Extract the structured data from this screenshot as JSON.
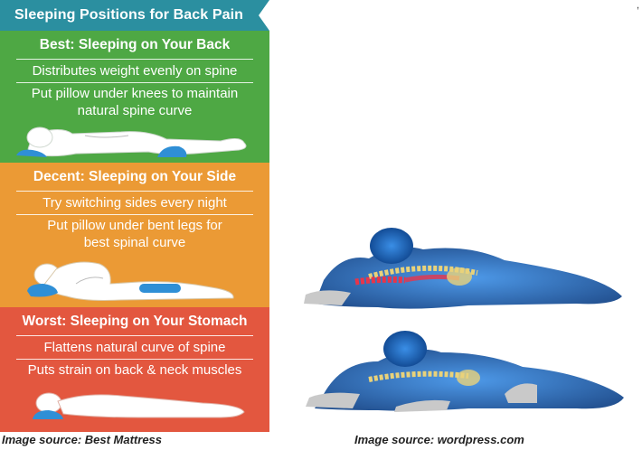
{
  "title": "Sleeping Positions for Back Pain",
  "sections": [
    {
      "heading": "Best: Sleeping on Your Back",
      "lines": [
        "Distributes weight evenly on spine",
        "Put pillow under knees to maintain",
        "natural spine curve"
      ],
      "color": "#4ea844"
    },
    {
      "heading": "Decent: Sleeping on Your Side",
      "lines": [
        "Try switching sides every night",
        "Put pillow under bent legs for",
        "best spinal curve"
      ],
      "color": "#eb9a35"
    },
    {
      "heading": "Worst: Sleeping on Your Stomach",
      "lines": [
        "Flattens natural curve of spine",
        "Puts strain on back & neck muscles"
      ],
      "color": "#e3573f"
    }
  ],
  "captions": {
    "left": "Image source: Best Mattress",
    "right": "Image source: wordpress.com"
  },
  "corner_mark": ",",
  "colors": {
    "title_bar": "#2b8fa0",
    "pillow": "#2f8fd6",
    "xray_body": "#1d6fc0",
    "xray_highlight": "#e8354a"
  }
}
